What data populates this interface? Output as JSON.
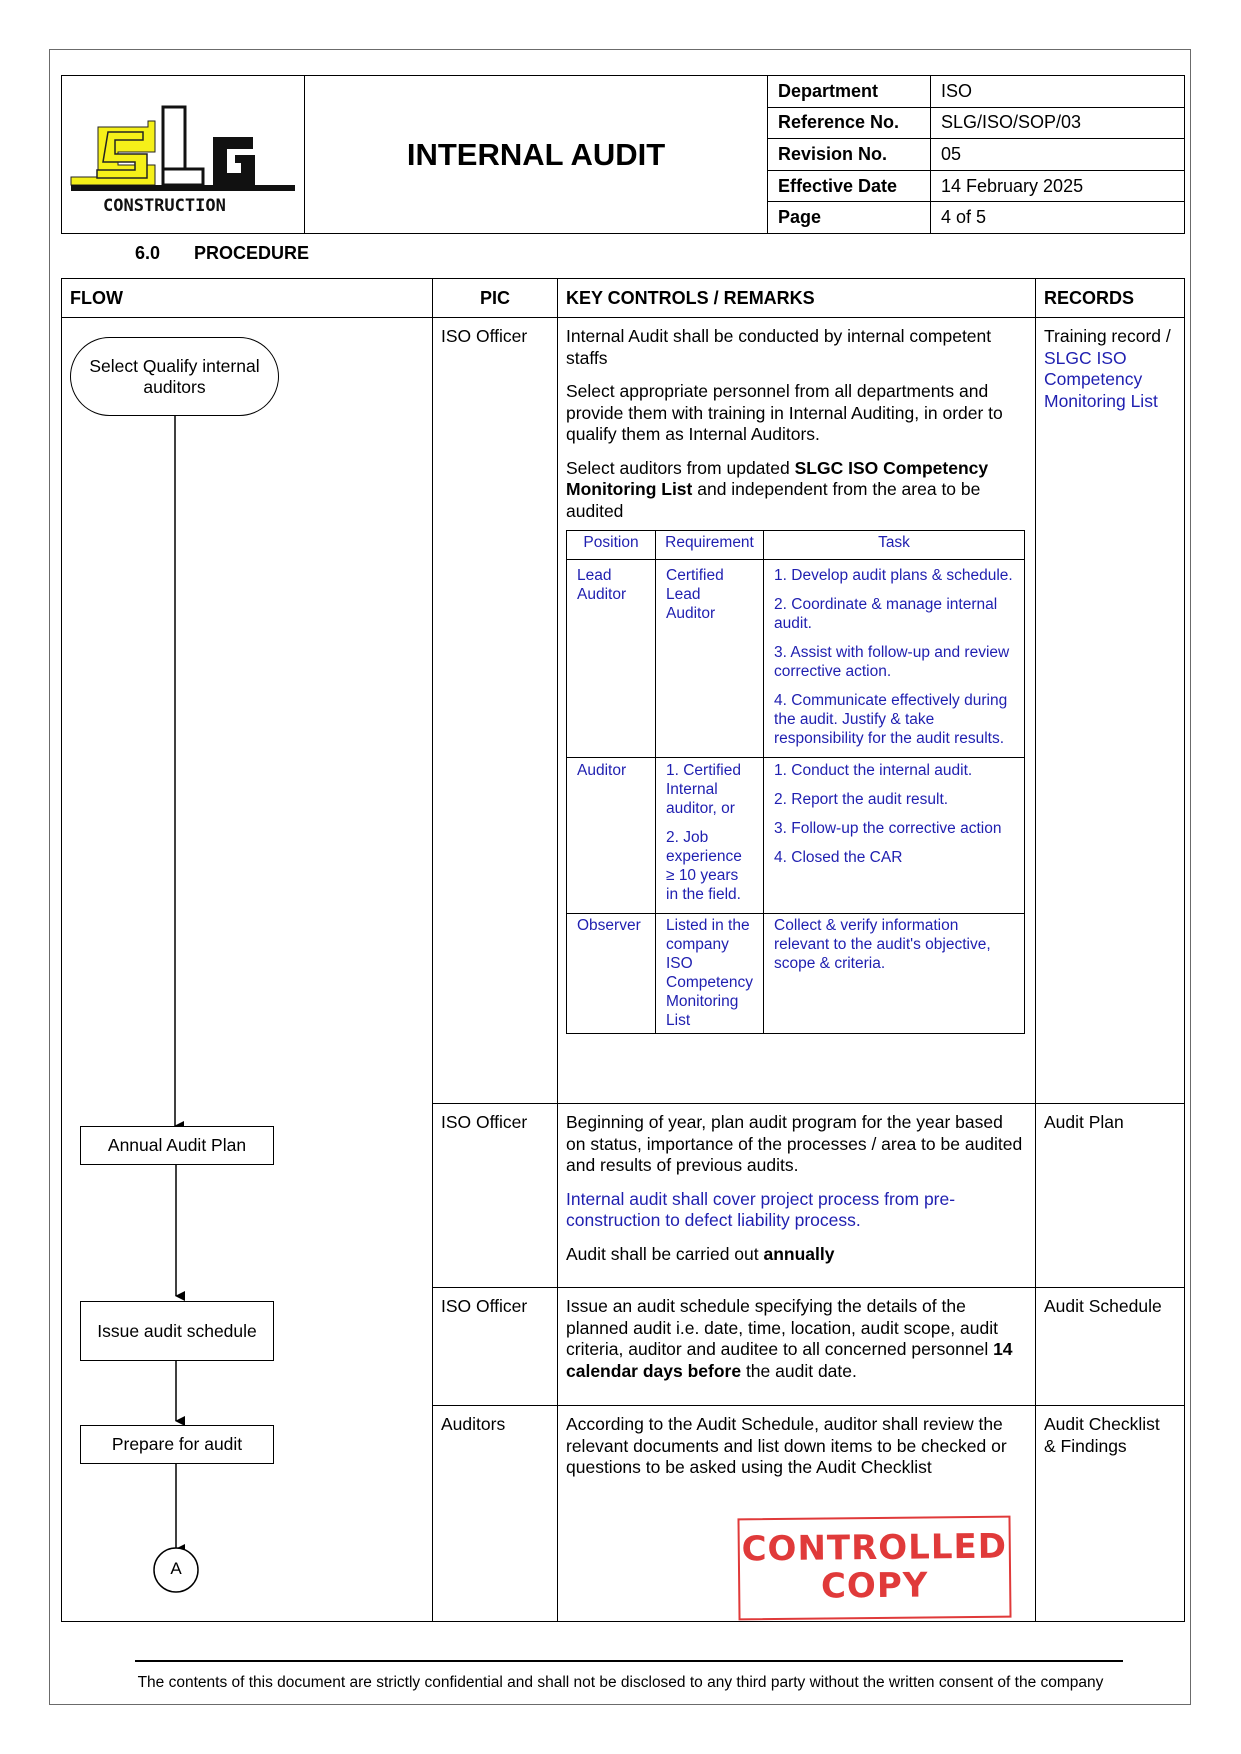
{
  "header": {
    "logo_text": "SLG",
    "logo_subtext": "CONSTRUCTION",
    "title": "INTERNAL AUDIT",
    "meta": [
      {
        "label": "Department",
        "value": "ISO"
      },
      {
        "label": "Reference No.",
        "value": "SLG/ISO/SOP/03"
      },
      {
        "label": "Revision No.",
        "value": "05"
      },
      {
        "label": "Effective Date",
        "value": "14 February 2025"
      },
      {
        "label": "Page",
        "value": "4 of 5"
      }
    ]
  },
  "section": {
    "number": "6.0",
    "title": "PROCEDURE"
  },
  "columns": {
    "flow": "FLOW",
    "pic": "PIC",
    "controls": "KEY CONTROLS / REMARKS",
    "records": "RECORDS"
  },
  "flow": {
    "step1": "Select Qualify internal auditors",
    "step2": "Annual Audit Plan",
    "step3": "Issue audit schedule",
    "step4": "Prepare for audit",
    "connector": "A"
  },
  "rows": [
    {
      "pic": "ISO Officer",
      "p1": "Internal Audit shall be conducted by internal competent staffs",
      "p2": "Select appropriate personnel from all departments and provide them with training in Internal Auditing, in order to qualify them as Internal Auditors.",
      "p3_a": "Select auditors from updated ",
      "p3_b": "SLGC ISO Competency Monitoring List",
      "p3_c": " and independent from the area to be audited",
      "records_a": "Training record / ",
      "records_b": "SLGC ISO Competency Monitoring List"
    },
    {
      "pic": "ISO Officer",
      "p1": "Beginning of year, plan audit program for the year based on status, importance of the processes / area to be audited and results of previous audits.",
      "p2": "Internal audit shall cover project process from pre-construction to defect liability process.",
      "p3_a": "Audit shall be carried out ",
      "p3_b": "annually",
      "records": "Audit Plan"
    },
    {
      "pic": "ISO Officer",
      "p1_a": "Issue an audit schedule specifying the details of the planned audit i.e. date, time, location, audit scope, audit criteria, auditor and auditee to all concerned personnel ",
      "p1_b": "14 calendar days before",
      "p1_c": " the audit date.",
      "records": "Audit Schedule"
    },
    {
      "pic": "Auditors",
      "p1": "According to the Audit Schedule, auditor shall review the relevant documents and list down items to be checked or questions to be asked using the Audit Checklist",
      "records": "Audit Checklist & Findings"
    }
  ],
  "roles_table": {
    "headers": [
      "Position",
      "Requirement",
      "Task"
    ],
    "lead": {
      "position": "Lead Auditor",
      "requirement": "Certified Lead Auditor",
      "tasks": [
        "1. Develop audit plans & schedule.",
        "2. Coordinate & manage internal audit.",
        "3. Assist with follow-up and review corrective action.",
        "4. Communicate effectively during the audit. Justify & take responsibility for the audit results."
      ]
    },
    "auditor": {
      "position": "Auditor",
      "requirements": [
        "1. Certified Internal auditor, or",
        "2. Job experience ≥ 10 years in the field."
      ],
      "tasks": [
        "1. Conduct the internal audit.",
        "2. Report the audit result.",
        "3. Follow-up the corrective action",
        "4. Closed the CAR"
      ]
    },
    "observer": {
      "position": "Observer",
      "requirement": "Listed in the company ISO Competency Monitoring List",
      "task": "Collect & verify information relevant to the audit's objective, scope & criteria."
    }
  },
  "stamp": {
    "line1": "CONTROLLED",
    "line2": "COPY"
  },
  "footer": "The contents of this document are strictly confidential and shall not be disclosed to any third party without the written consent of the company",
  "colors": {
    "blue_text": "#1f1fb0",
    "stamp_red": "#e03a3a",
    "logo_yellow": "#f5f019"
  }
}
